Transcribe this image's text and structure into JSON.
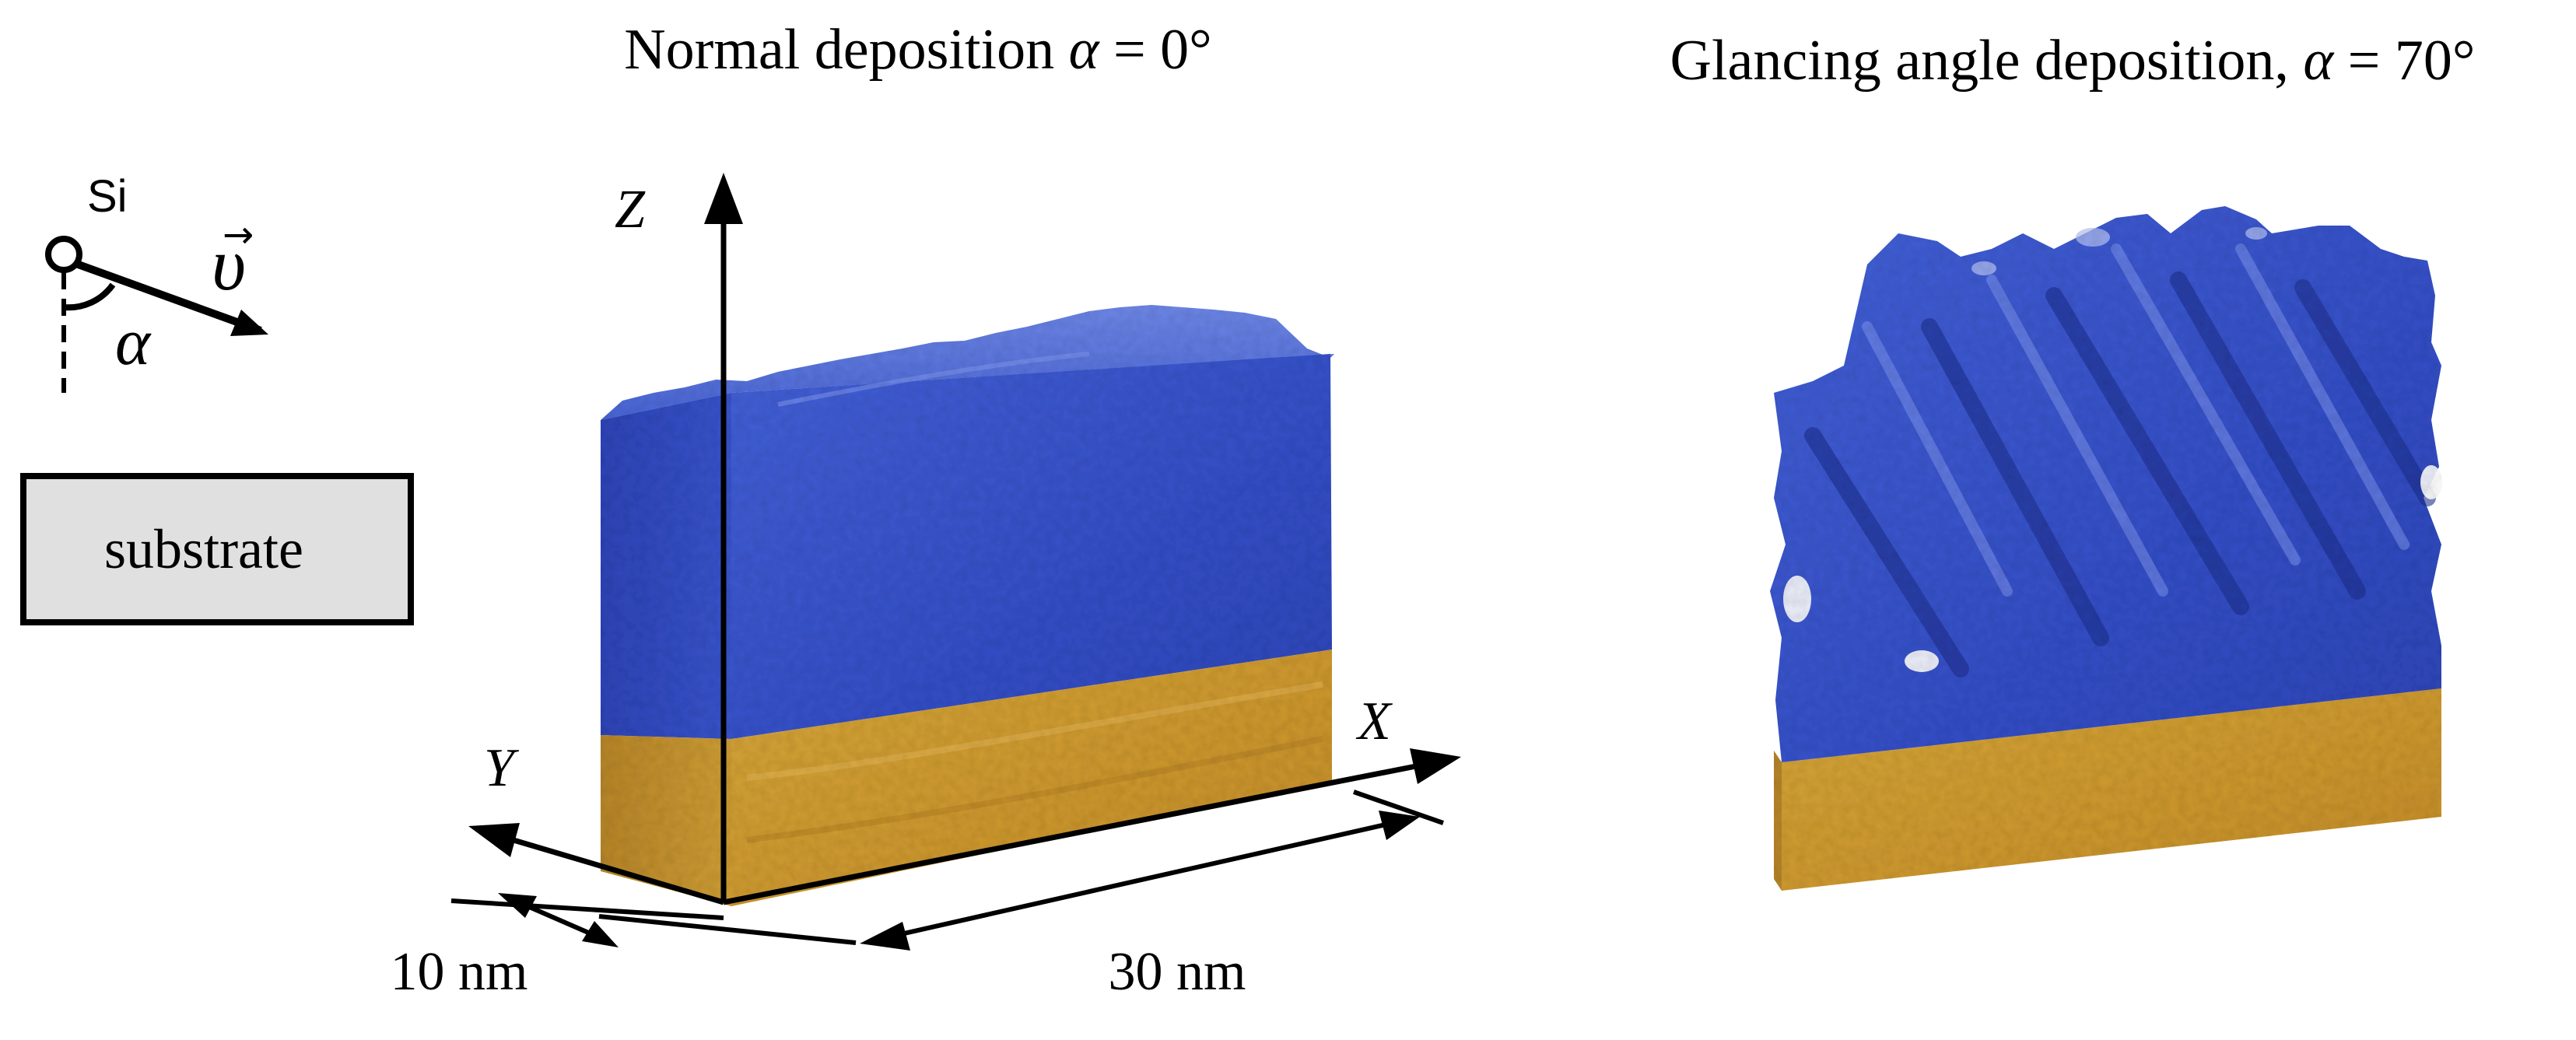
{
  "titles": {
    "normal_prefix": "Normal deposition ",
    "normal_alpha": "α",
    "normal_value": " = 0°",
    "glancing_prefix": "Glancing angle deposition, ",
    "glancing_alpha": "α",
    "glancing_value": " = 70°"
  },
  "inset": {
    "atom_label": "Si",
    "velocity_symbol": "υ",
    "velocity_arrow": "→",
    "angle_symbol": "α",
    "substrate_label": "substrate"
  },
  "axes": {
    "x_label": "X",
    "y_label": "Y",
    "z_label": "Z"
  },
  "dimensions": {
    "depth_label": "10 nm",
    "length_label": "30 nm"
  },
  "colors": {
    "film_blue": "#3650c8",
    "film_blue_light": "#5a75e0",
    "film_blue_dark": "#2638a0",
    "substrate_orange": "#d9a638",
    "substrate_dark": "#a97a22",
    "substrate_box_fill": "#e0e0e0",
    "ink": "#000000"
  }
}
